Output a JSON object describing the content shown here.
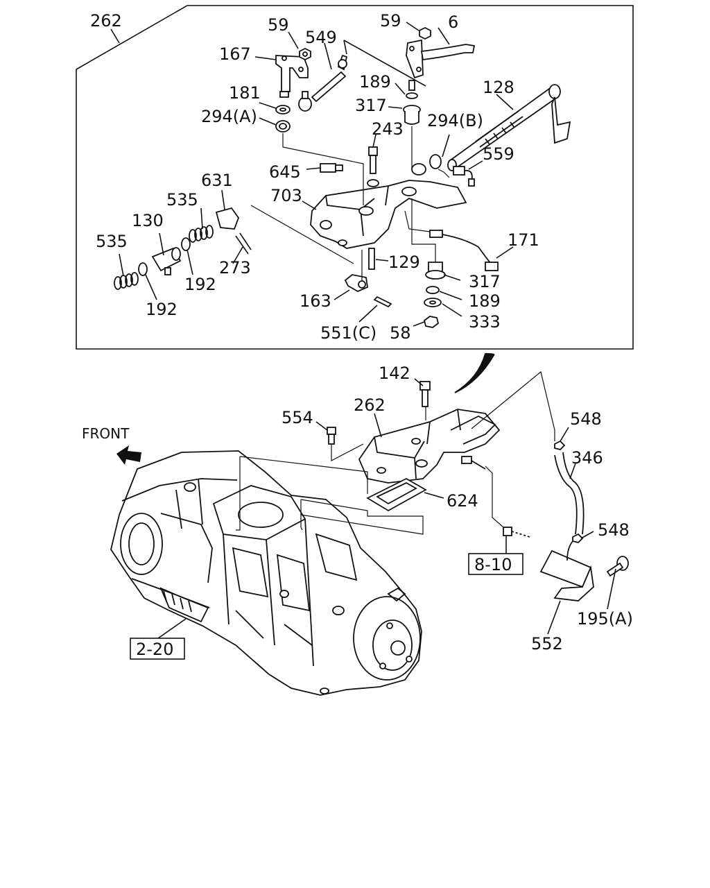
{
  "inset_callout": "262",
  "front_label": "FRONT",
  "ref_boxes": {
    "ref_8_10": "8-10",
    "ref_2_20": "2-20"
  },
  "labels": {
    "l59a": "59",
    "l59b": "59",
    "l549": "549",
    "l6": "6",
    "l167": "167",
    "l189a": "189",
    "l128": "128",
    "l181": "181",
    "l317a": "317",
    "l294a": "294(A)",
    "l294b": "294(B)",
    "l243": "243",
    "l559": "559",
    "l645": "645",
    "l631": "631",
    "l703": "703",
    "l535a": "535",
    "l130": "130",
    "l535b": "535",
    "l171": "171",
    "l129": "129",
    "l273": "273",
    "l192a": "192",
    "l317b": "317",
    "l192b": "192",
    "l189b": "189",
    "l163": "163",
    "l333": "333",
    "l551c": "551(C)",
    "l58": "58",
    "l142": "142",
    "l262b": "262",
    "l554": "554",
    "l548a": "548",
    "l346": "346",
    "l624": "624",
    "l548b": "548",
    "l195a": "195(A)",
    "l552": "552"
  }
}
